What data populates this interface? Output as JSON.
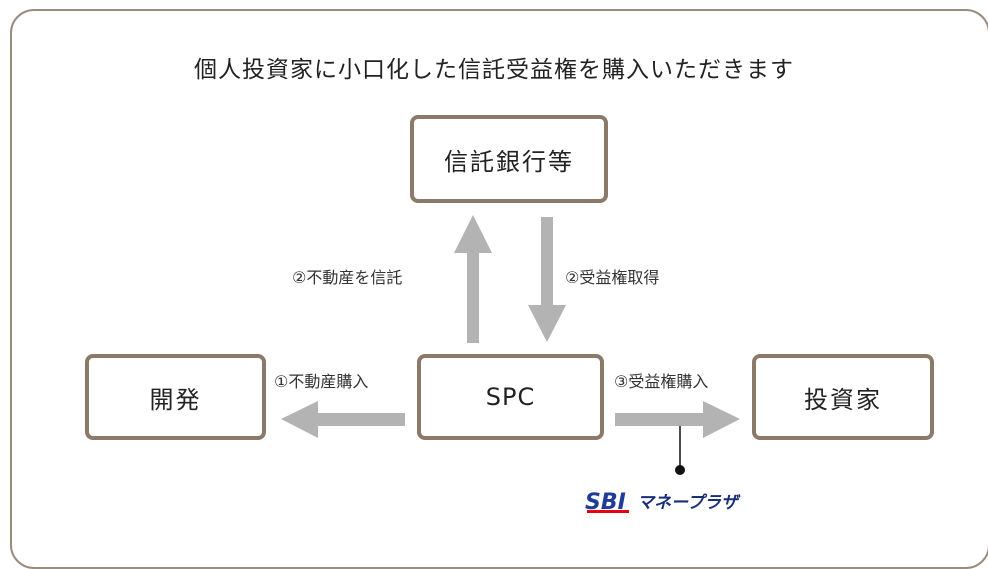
{
  "title": "個人投資家に小口化した信託受益権を購入いただきます",
  "nodes": {
    "bank": "信託銀行等",
    "spc": "SPC",
    "developer": "開発",
    "investor": "投資家"
  },
  "edges": {
    "trust_property": "②不動産を信託",
    "acquire_beneficial": "②受益権取得",
    "buy_property": "①不動産購入",
    "buy_beneficial": "③受益権購入"
  },
  "logo": {
    "brand": "SBI",
    "name": "マネープラザ",
    "brand_color": "#1f3c99",
    "accent_color": "#e60012"
  },
  "colors": {
    "arrow": "#b3b3b3",
    "box_border": "#8c7a68",
    "frame_border": "#9a8c7e"
  }
}
